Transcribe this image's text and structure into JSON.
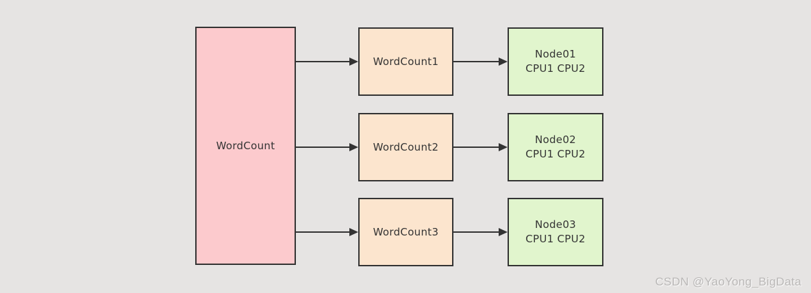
{
  "diagram": {
    "source": {
      "label": "WordCount"
    },
    "workers": [
      {
        "label": "WordCount1"
      },
      {
        "label": "WordCount2"
      },
      {
        "label": "WordCount3"
      }
    ],
    "nodes": [
      {
        "line1": "Node01",
        "line2": "CPU1 CPU2"
      },
      {
        "line1": "Node02",
        "line2": "CPU1 CPU2"
      },
      {
        "line1": "Node03",
        "line2": "CPU1 CPU2"
      }
    ],
    "colors": {
      "background": "#E6E4E3",
      "border": "#333333",
      "arrow": "#333333",
      "text": "#333333",
      "source_fill": "#FCCACD",
      "worker_fill": "#FCE5CE",
      "node_fill": "#E1F5CD",
      "watermark": "#BAB8B7"
    }
  },
  "watermark": {
    "text": "CSDN @YaoYong_BigData"
  }
}
